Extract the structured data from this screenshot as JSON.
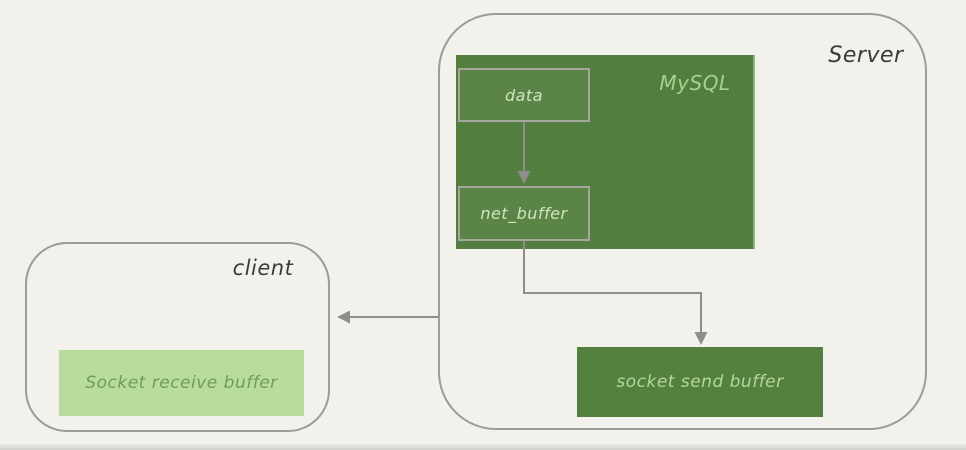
{
  "diagram": {
    "server": {
      "label": "Server",
      "mysql": {
        "label": "MySQL",
        "data_box": {
          "label": "data"
        },
        "net_buffer_box": {
          "label": "net_buffer"
        }
      },
      "socket_send_buffer": {
        "label": "socket send buffer"
      }
    },
    "client": {
      "label": "client",
      "socket_receive_buffer": {
        "label": "Socket receive buffer"
      }
    },
    "edges": [
      {
        "from": "data",
        "to": "net_buffer"
      },
      {
        "from": "net_buffer",
        "to": "socket send buffer"
      },
      {
        "from": "Server",
        "to": "client"
      }
    ],
    "colors": {
      "background": "#f2f1ec",
      "mysql_fill": "#527f40",
      "inner_box_fill": "#5a8547",
      "send_buffer_fill": "#54813f",
      "receive_buffer_fill": "#b9dc9e",
      "container_border": "#9b9b97",
      "inner_box_border": "#a5a6a0",
      "arrow": "#8e8e8a",
      "dark_text": "#3c3b36",
      "mysql_label_text": "#a8d18e",
      "inner_box_text": "#d2e5c0",
      "send_buffer_text": "#b7d69b",
      "receive_buffer_text": "#6d9e54"
    }
  }
}
